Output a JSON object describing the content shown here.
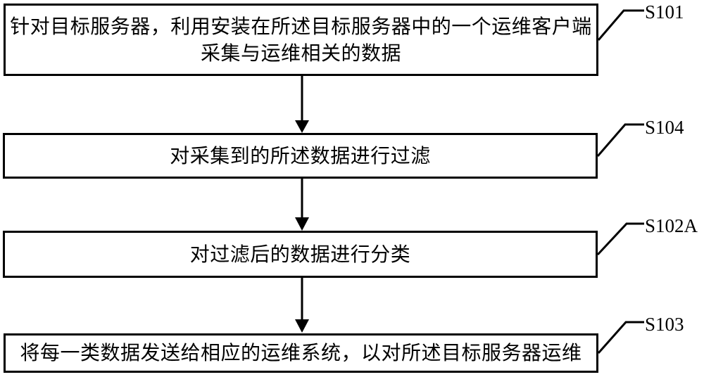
{
  "figure": {
    "type": "flowchart-patent-figure",
    "colors": {
      "background": "#ffffff",
      "line": "#000000",
      "text": "#000000"
    },
    "steps": [
      {
        "label": "S101",
        "lines": [
          "针对目标服务器，利用安装在所述目标服务器中的一个运维客户端",
          "采集与运维相关的数据"
        ]
      },
      {
        "label": "S104",
        "lines": [
          "对采集到的所述数据进行过滤"
        ]
      },
      {
        "label": "S102A",
        "lines": [
          "对过滤后的数据进行分类"
        ]
      },
      {
        "label": "S103",
        "lines": [
          "将每一类数据发送给相应的运维系统，以对所述目标服务器运维"
        ]
      }
    ]
  }
}
